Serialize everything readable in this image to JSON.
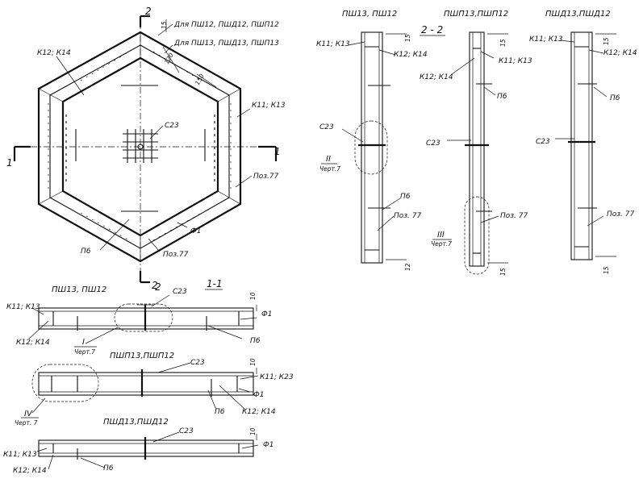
{
  "plan": {
    "section_mark_top": "2",
    "section_mark_bottom": "2",
    "section_mark_left": "1",
    "section_mark_right": "1",
    "dim_top": "15",
    "dim_diag": "120",
    "dim_side": "150",
    "lbl_for_a": "Для ПШ12, ПШД12, ПШП12",
    "lbl_for_b": "Для ПШ13, ПШД13, ПШП13",
    "lbl_k12k14": "К12; К14",
    "lbl_k11k13": "К11; К13",
    "lbl_c23": "С23",
    "lbl_poz77a": "Поз.77",
    "lbl_f1": "Ф1",
    "lbl_p6": "П6",
    "lbl_poz77b": "Поз.77"
  },
  "sec11": {
    "title": "1-1",
    "a": {
      "title": "ПШ13, ПШ12",
      "c23": "С23",
      "mark2": "2",
      "dim": "10",
      "k11k13": "К11; К13",
      "f1": "Ф1",
      "k12k14": "К12; К14",
      "p6": "П6",
      "node": "I",
      "chert": "Черт.7"
    },
    "b": {
      "title": "ПШП13,ПШП12",
      "c23": "С23",
      "dim": "10",
      "k11k23": "К11; К23",
      "f1": "Ф1",
      "p6": "П6",
      "k12k14": "К12; К14",
      "node": "IV",
      "chert": "Черт. 7"
    },
    "c": {
      "title": "ПШД13,ПШД12",
      "c23": "С23",
      "dim": "10",
      "f1": "Ф1",
      "k11k13": "К11; К13",
      "k12k14": "К12; К14",
      "p6": "П6"
    }
  },
  "sec22": {
    "title": "2 - 2",
    "a": {
      "title": "ПШ13, ПШ12",
      "dim_t": "15",
      "dim_b": "12",
      "k11k13": "К11; К13",
      "k12k14": "К12; К14",
      "c23": "С23",
      "node": "II",
      "chert": "Черт.7",
      "p6": "П6",
      "poz77": "Поз. 77"
    },
    "b": {
      "title": "ПШП13,ПШП12",
      "dim_t": "15",
      "dim_b": "15",
      "k11k13": "К11; К13",
      "k12k14": "К12; К14",
      "p6": "П6",
      "c23": "С23",
      "poz77": "Поз. 77",
      "node": "III",
      "chert": "Черт.7"
    },
    "c": {
      "title": "ПШД13,ПШД12",
      "dim_t": "15",
      "dim_b": "15",
      "k11k13": "К11; К13",
      "k12k14": "К12; К14",
      "p6": "П6",
      "c23": "С23",
      "poz77": "Поз. 77"
    }
  }
}
